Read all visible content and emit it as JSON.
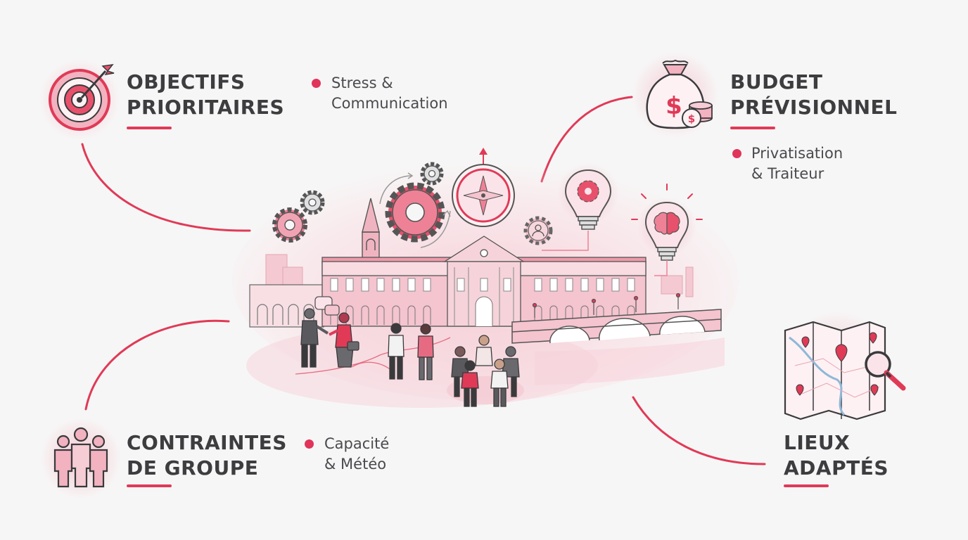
{
  "sections": [
    {
      "id": "objectifs",
      "title_line1": "OBJECTIFS",
      "title_line2": "PRIORITAIRES",
      "bullet_line1": "Stress &",
      "bullet_line2": "Communication",
      "icon": "target-icon"
    },
    {
      "id": "budget",
      "title_line1": "BUDGET",
      "title_line2": "PRÉVISIONNEL",
      "bullet_line1": "Privatisation",
      "bullet_line2": "& Traiteur",
      "icon": "money-bag-icon"
    },
    {
      "id": "contraintes",
      "title_line1": "CONTRAINTES",
      "title_line2": "DE GROUPE",
      "bullet_line1": "Capacité",
      "bullet_line2": "& Météo",
      "icon": "group-icon"
    },
    {
      "id": "lieux",
      "title_line1": "LIEUX",
      "title_line2": "ADAPTÉS",
      "icon": "map-icon"
    }
  ],
  "colors": {
    "accent": "#e03a57",
    "pink_light": "#f6d3da",
    "pink_mid": "#ee9aab",
    "text": "#3d3d40",
    "line": "#5a5a5e"
  },
  "illustration": {
    "icons": [
      "gear-icon",
      "compass-icon",
      "lightbulb-gear-icon",
      "lightbulb-brain-icon",
      "person-icon",
      "speech-bubble-icon",
      "briefcase-icon"
    ]
  }
}
